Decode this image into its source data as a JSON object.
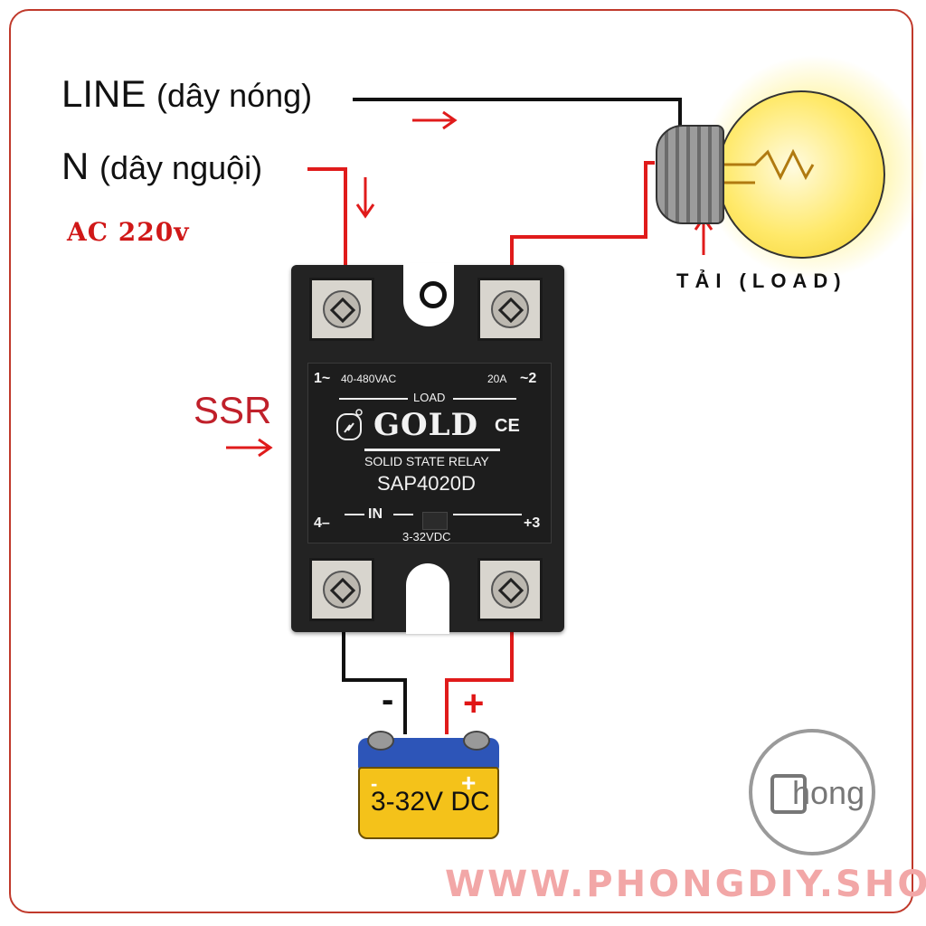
{
  "labels": {
    "line_main": "LINE",
    "line_sub": "(dây nóng)",
    "n_main": "N",
    "n_sub": "(dây nguội)",
    "ac": "AC 220v",
    "ssr": "SSR",
    "load": "TẢI (LOAD)",
    "website": "WWW.PHONGDIY.SHOP"
  },
  "relay": {
    "t1": "1~",
    "range_ac": "40-480VAC",
    "current": "20A",
    "t2": "~2",
    "load": "LOAD",
    "brand": "GOLD",
    "ce": "CE",
    "desc": "SOLID STATE RELAY",
    "model": "SAP4020D",
    "t4": "4–",
    "in": "IN",
    "t3": "+3",
    "range_dc": "3-32VDC"
  },
  "battery": {
    "label": "3-32V DC",
    "neg": "-",
    "pos": "+"
  },
  "polarity": {
    "neg": "-",
    "pos": "+"
  },
  "logo": {
    "text": "hong"
  },
  "colors": {
    "hot_wire": "#111111",
    "red_wire": "#e01b1b",
    "arrow": "#e01b1b",
    "frame": "#c0392b"
  }
}
